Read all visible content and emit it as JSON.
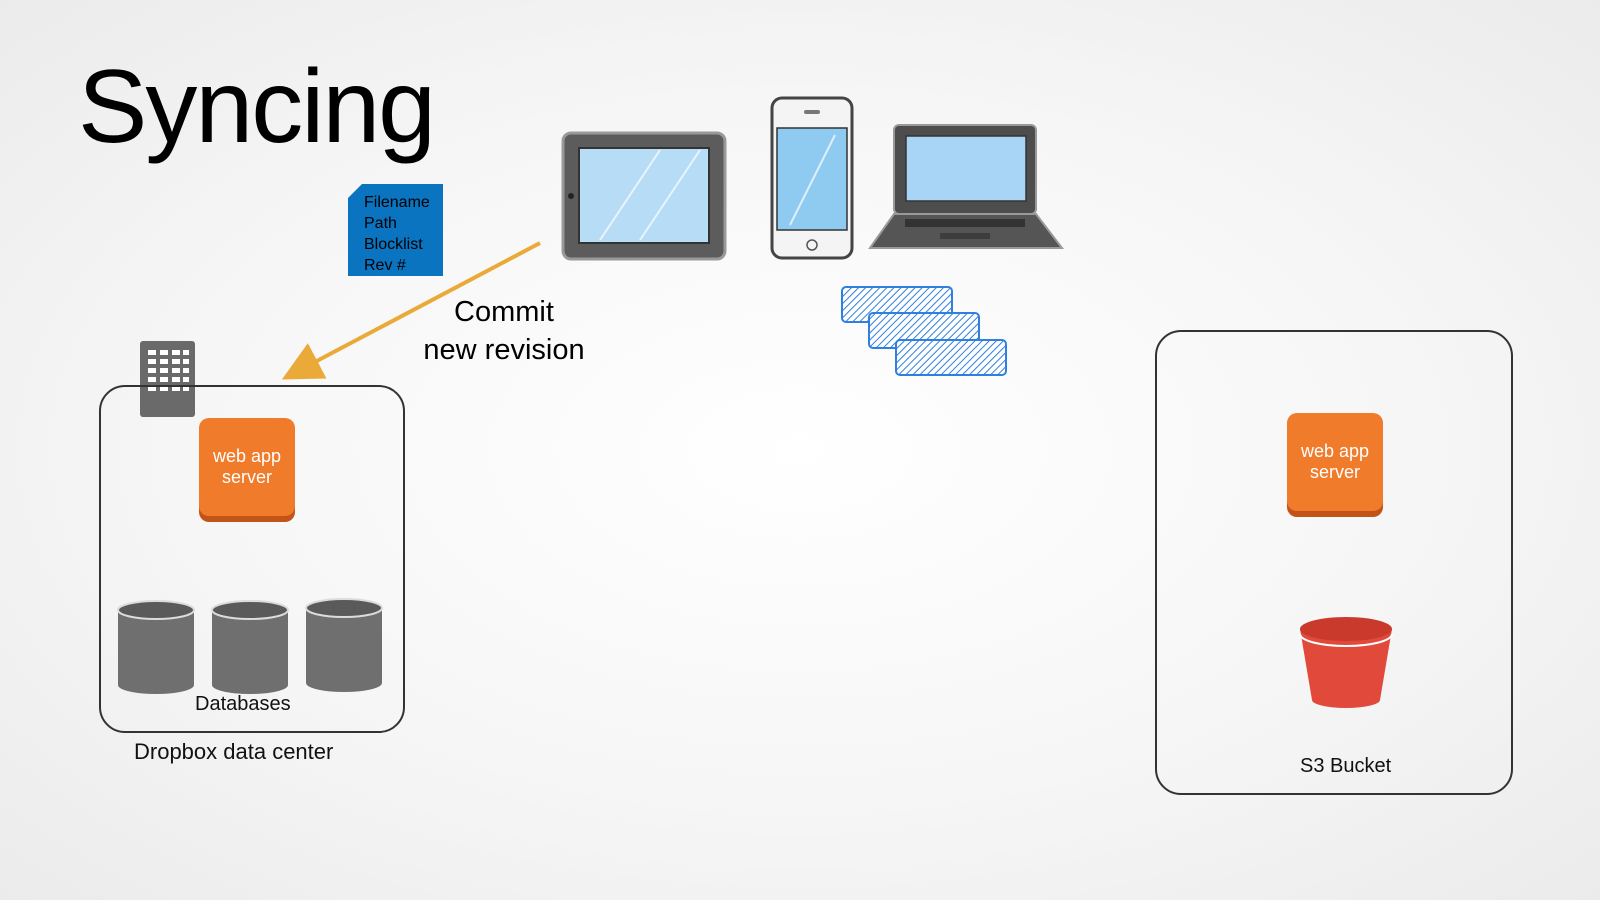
{
  "title": "Syncing",
  "metadata_card": {
    "color": "#0a74c0",
    "lines": [
      "Filename",
      "Path",
      "Blocklist",
      "Rev #"
    ]
  },
  "arrow": {
    "label_line1": "Commit",
    "label_line2": "new revision",
    "color": "#eaaa3a"
  },
  "devices": [
    "tablet-icon",
    "phone-icon",
    "laptop-icon"
  ],
  "blocks": {
    "count": 3,
    "color": "#2f7fe0"
  },
  "datacenter": {
    "caption": "Dropbox data center",
    "server_line1": "web app",
    "server_line2": "server",
    "databases_label": "Databases",
    "server_color": "#f07b2a",
    "database_color": "#6f6f6f"
  },
  "s3": {
    "server_line1": "web app",
    "server_line2": "server",
    "bucket_label": "S3 Bucket",
    "bucket_color": "#e14a3b"
  }
}
